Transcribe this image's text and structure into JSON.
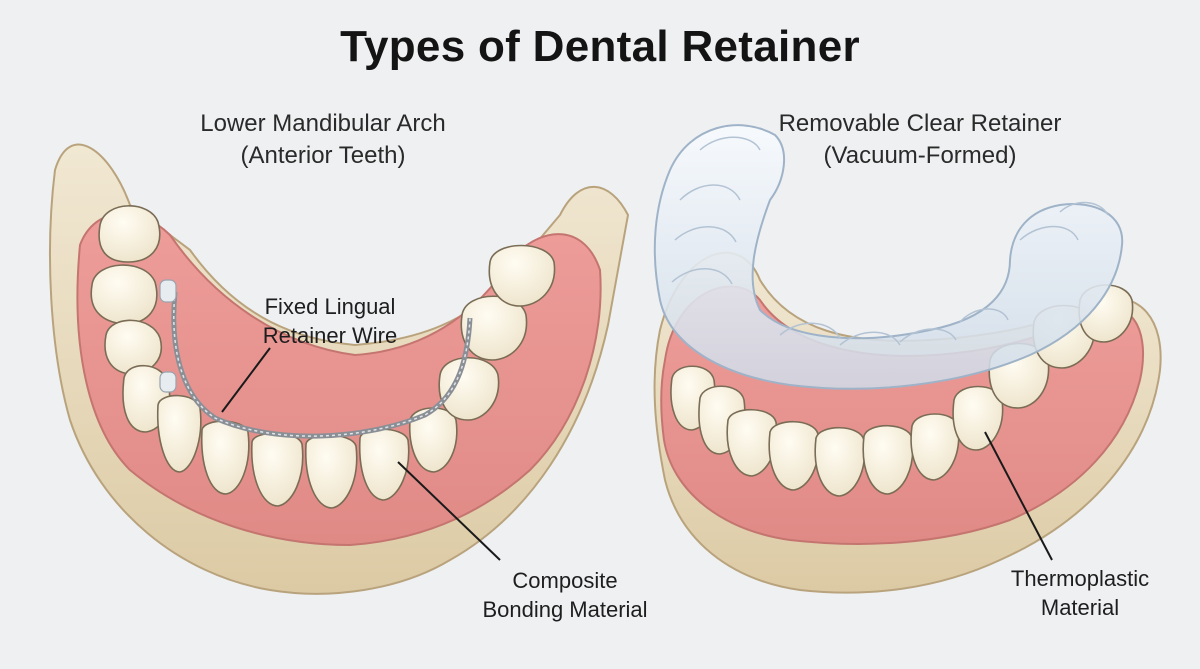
{
  "title": "Types of Dental Retainer",
  "left_panel": {
    "heading_line1": "Lower Mandibular Arch",
    "heading_line2": "(Anterior Teeth)",
    "callout_wire": {
      "line1": "Fixed Lingual",
      "line2": "Retainer Wire"
    },
    "callout_bonding": {
      "line1": "Composite",
      "line2": "Bonding Material"
    }
  },
  "right_panel": {
    "heading_line1": "Removable Clear Retainer",
    "heading_line2": "(Vacuum-Formed)",
    "callout_material": {
      "line1": "Thermoplastic",
      "line2": "Material"
    }
  },
  "colors": {
    "background": "#eef0f2",
    "bone": "#e9dcc0",
    "gum": "#e79a97",
    "tooth": "#f7f1e1",
    "tooth_outline": "#7a6c55",
    "wire": "#8a8f96",
    "retainer": "#d9e4ef"
  }
}
